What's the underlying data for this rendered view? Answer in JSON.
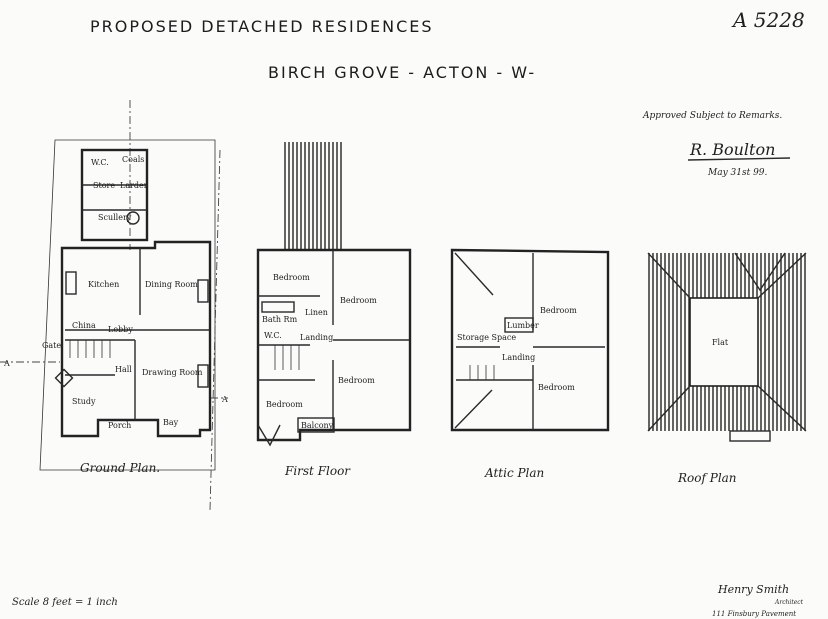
{
  "header": {
    "title": "PROPOSED DETACHED RESIDENCES",
    "subtitle": "BIRCH GROVE - ACTON - W-",
    "reference": "A 5228"
  },
  "approval": {
    "text": "Approved   Subject to Remarks.",
    "signature": "R. Boulton",
    "date": "May 31st 99."
  },
  "plans": {
    "ground": {
      "caption": "Ground Plan.",
      "rooms": [
        "W.C.",
        "Coals",
        "Store",
        "Larder",
        "Scullery",
        "Kitchen",
        "Dining Room",
        "China",
        "Lobby",
        "Hall",
        "Drawing Room",
        "Study",
        "Porch",
        "Bay",
        "Gate"
      ],
      "section_mark": "A"
    },
    "first": {
      "caption": "First Floor",
      "rooms": [
        "Bedroom",
        "Bedroom",
        "Bath Rm",
        "Linen",
        "W.C.",
        "Landing",
        "Bedroom",
        "Bedroom",
        "Balcony"
      ]
    },
    "attic": {
      "caption": "Attic Plan",
      "rooms": [
        "Bedroom",
        "Lumber",
        "Storage Space",
        "Landing",
        "Bedroom"
      ]
    },
    "roof": {
      "caption": "Roof Plan",
      "rooms": [
        "Flat"
      ]
    }
  },
  "footer": {
    "scale": "Scale 8 feet = 1 inch",
    "architect_name": "Henry Smith",
    "architect_title": "Architect",
    "architect_address": "111 Finsbury Pavement"
  }
}
